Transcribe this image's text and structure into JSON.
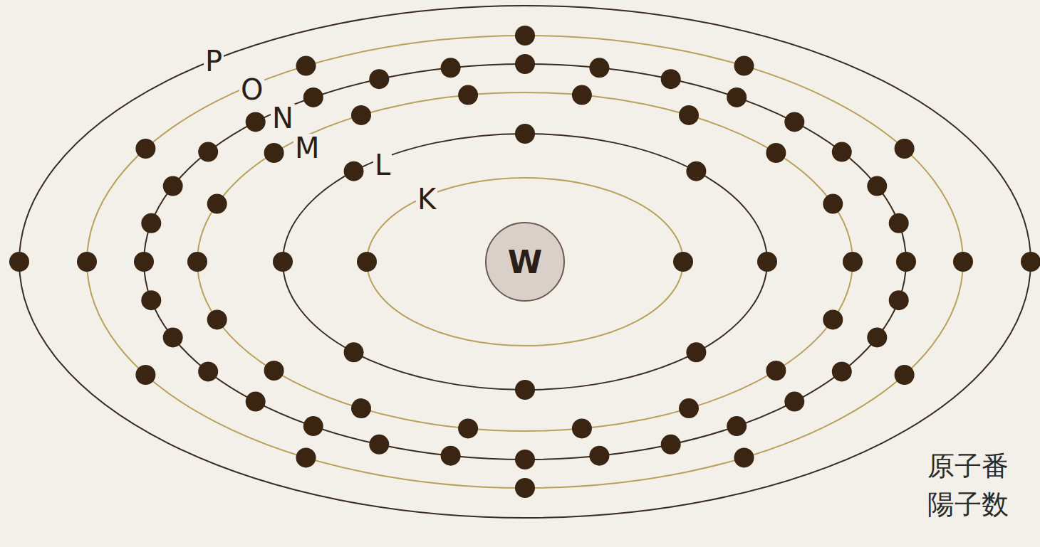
{
  "diagram": {
    "nodes": [
      {
        "text": [
          "W"
        ]
      }
    ],
    "labels": [
      "P",
      "O",
      "N",
      "M",
      "L",
      "K",
      "原子番",
      "陽子数"
    ]
  }
}
